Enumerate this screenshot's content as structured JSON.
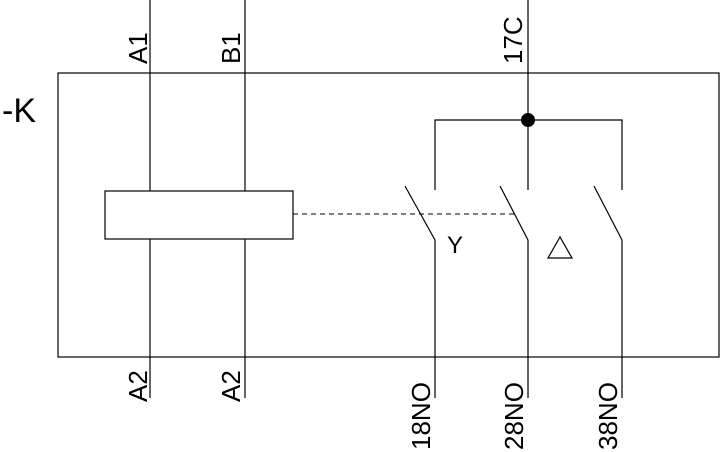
{
  "device": {
    "designation": "-K"
  },
  "terminals": {
    "a1": "A1",
    "b1": "B1",
    "common": "17C",
    "a2_left": "A2",
    "a2_right": "A2",
    "no1": "18NO",
    "no2": "28NO",
    "no3": "38NO"
  },
  "symbols": {
    "star": "Y",
    "delta_icon": "triangle-icon"
  }
}
